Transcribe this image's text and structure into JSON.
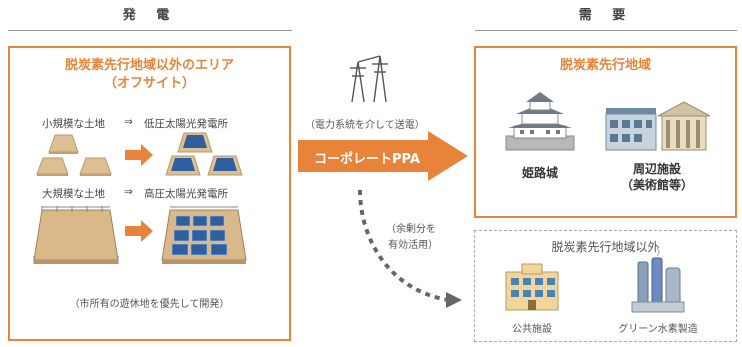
{
  "headers": {
    "generation": "発 電",
    "demand": "需 要"
  },
  "offsite": {
    "title": "脱炭素先行地域以外のエリア",
    "subtitle": "（オフサイト）",
    "small_row": {
      "land": "小規模な土地",
      "arrow": "⇒",
      "plant": "低圧太陽光発電所"
    },
    "large_row": {
      "land": "大規模な土地",
      "arrow": "⇒",
      "plant": "高圧太陽光発電所"
    },
    "note": "（市所有の遊休地を優先して開発）"
  },
  "transmission": {
    "label": "（電力系統を介して送電）",
    "ppa": "コーポレートPPA"
  },
  "surplus": {
    "line1": "（余剰分を",
    "line2": "有効活用）"
  },
  "target_area": {
    "title": "脱炭素先行地域",
    "castle": "姫路城",
    "facilities_line1": "周辺施設",
    "facilities_line2": "（美術館等）"
  },
  "outside_area": {
    "title": "脱炭素先行地域以外",
    "public": "公共施設",
    "hydrogen": "グリーン水素製造"
  },
  "colors": {
    "accent": "#e8843a",
    "panel": "#2f5f9e",
    "land": "#d9b88a"
  }
}
